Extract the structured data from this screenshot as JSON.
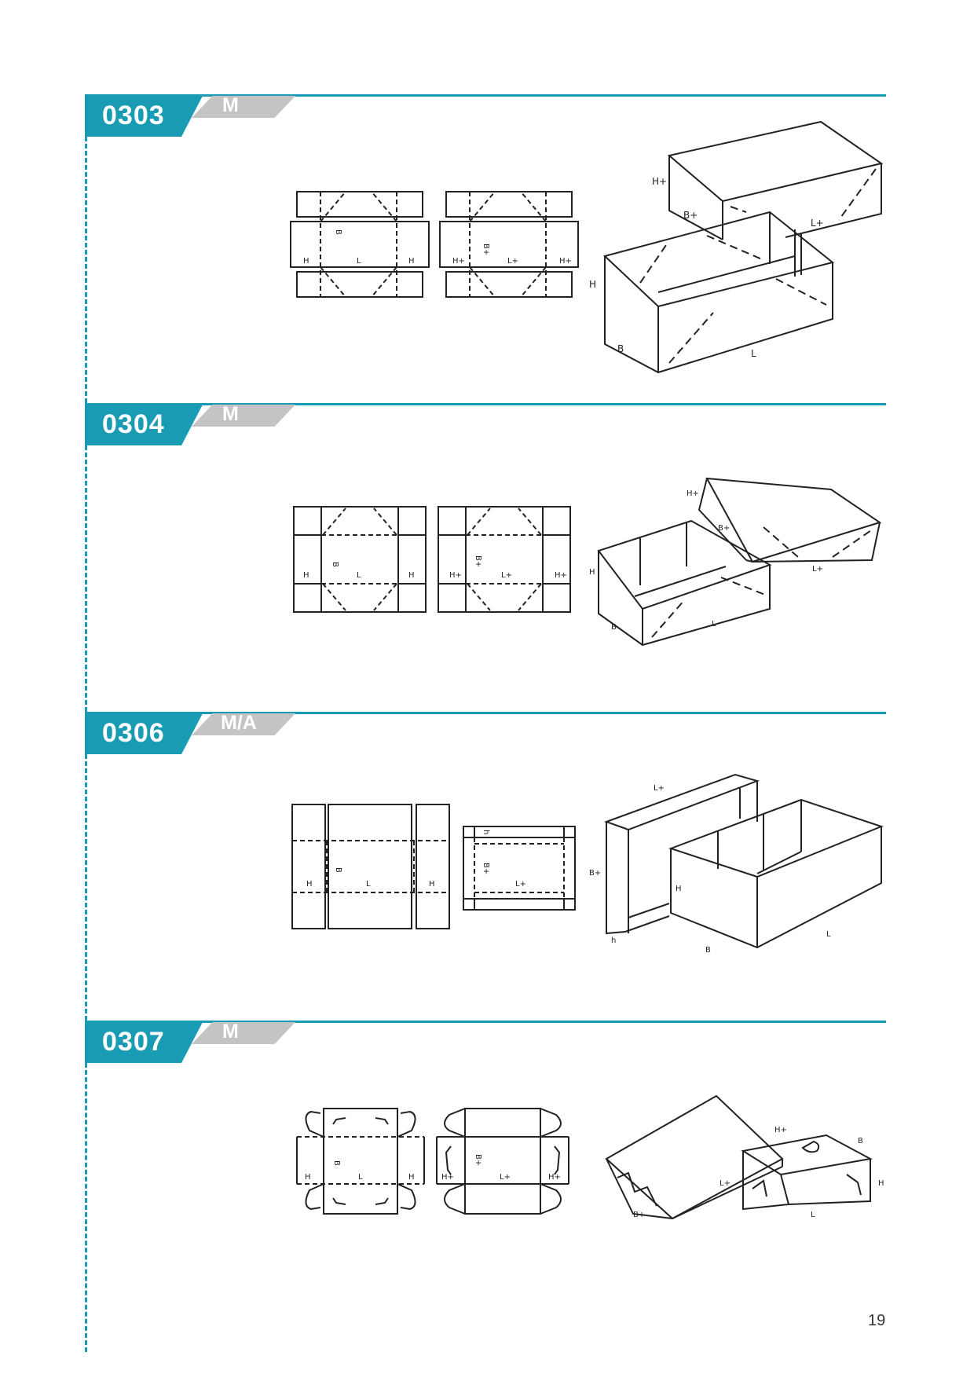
{
  "sections": [
    {
      "code": "0303",
      "tag": "M",
      "labels": {
        "h": "H",
        "b": "B",
        "l": "L",
        "hp": "H+",
        "bp": "B+",
        "lp": "L+"
      }
    },
    {
      "code": "0304",
      "tag": "M",
      "labels": {
        "h": "H",
        "b": "B",
        "l": "L",
        "hp": "H+",
        "bp": "B+",
        "lp": "L+"
      }
    },
    {
      "code": "0306",
      "tag": "M/A",
      "labels": {
        "h": "H",
        "b": "B",
        "l": "L",
        "hs": "h",
        "bp": "B+",
        "lp": "L+"
      }
    },
    {
      "code": "0307",
      "tag": "M",
      "labels": {
        "h": "H",
        "b": "B",
        "l": "L",
        "hp": "H+",
        "bp": "B+",
        "lp": "L+"
      }
    }
  ],
  "page_number": "19",
  "colors": {
    "accent": "#1a9bb4",
    "tag": "#c4c4c4",
    "line": "#222222"
  }
}
